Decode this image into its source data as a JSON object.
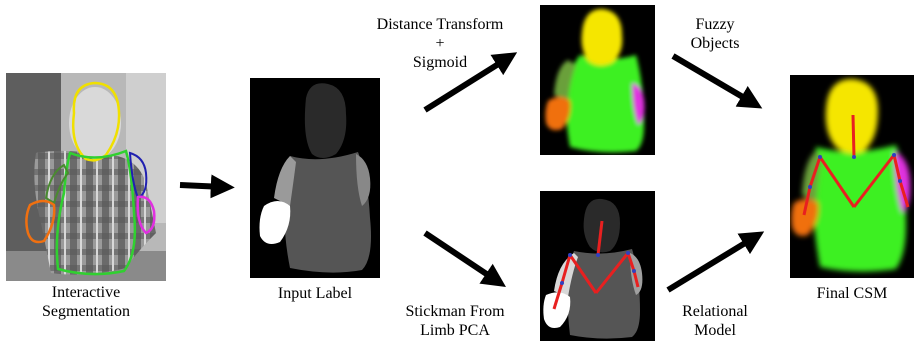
{
  "captions": {
    "interactive": [
      "Interactive",
      "Segmentation"
    ],
    "input_label": "Input Label",
    "distance": [
      "Distance Transform",
      "+",
      "Sigmoid"
    ],
    "fuzzy": [
      "Fuzzy",
      "Objects"
    ],
    "stickman": [
      "Stickman From",
      "Limb PCA"
    ],
    "relational": [
      "Relational",
      "Model"
    ],
    "final": "Final CSM"
  },
  "colors": {
    "head": "#f5e600",
    "torso": "#3cf024",
    "left_arm": "#6aa03a",
    "right_arm": "#e030e0",
    "hand": "#f07010",
    "skeleton": "#e82020",
    "joint": "#3040c0"
  }
}
